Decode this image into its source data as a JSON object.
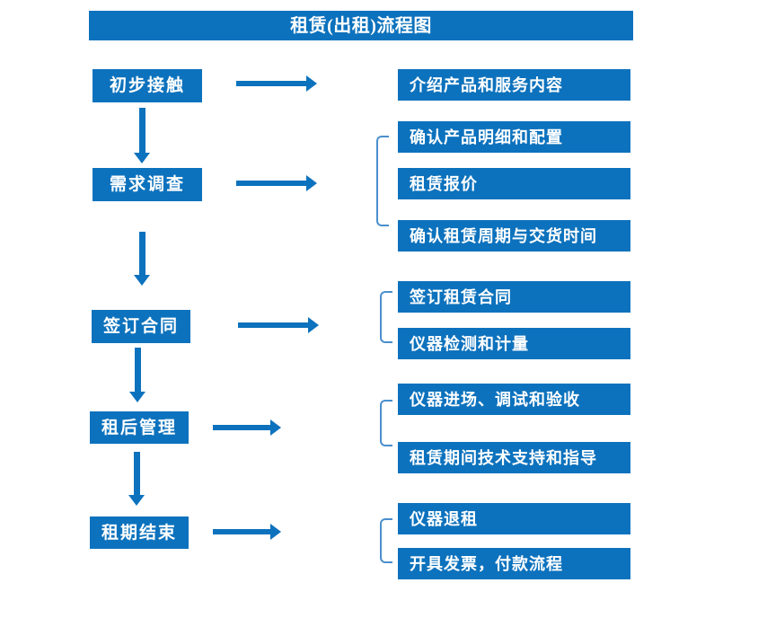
{
  "title": "租赁(出租)流程图",
  "colors": {
    "primary": "#0d72bd",
    "bracket": "#4a8fcd",
    "text_on_blue": "#ffffff"
  },
  "stages": [
    {
      "label": "初步接触",
      "outputs": [
        "介绍产品和服务内容"
      ]
    },
    {
      "label": "需求调查",
      "outputs": [
        "确认产品明细和配置",
        "租赁报价",
        "确认租赁周期与交货时间"
      ]
    },
    {
      "label": "签订合同",
      "outputs": [
        "签订租赁合同",
        "仪器检测和计量"
      ]
    },
    {
      "label": "租后管理",
      "outputs": [
        "仪器进场、调试和验收",
        "租赁期间技术支持和指导"
      ]
    },
    {
      "label": "租期结束",
      "outputs": [
        "仪器退租",
        "开具发票，付款流程"
      ]
    }
  ]
}
